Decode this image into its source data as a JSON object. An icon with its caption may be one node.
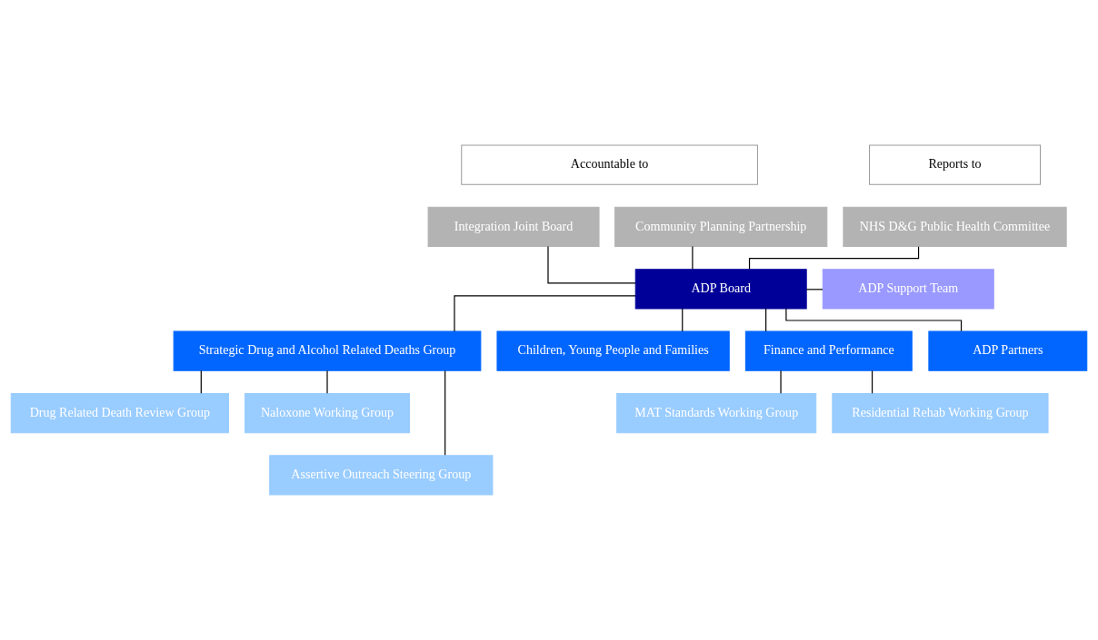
{
  "diagram": {
    "nodes": [
      {
        "text": [
          "Accountable to"
        ]
      },
      {
        "text": [
          "Reports to"
        ]
      },
      {
        "text": [
          "Integration Joint Board"
        ]
      },
      {
        "text": [
          "Community Planning Partnership"
        ]
      },
      {
        "text": [
          "NHS D&G Public Health Committee"
        ]
      },
      {
        "text": [
          "ADP Board"
        ]
      },
      {
        "text": [
          "ADP Support Team"
        ]
      },
      {
        "text": [
          "Strategic Drug and Alcohol Related Deaths Group"
        ]
      },
      {
        "text": [
          "Children, Young People and Families"
        ]
      },
      {
        "text": [
          "Finance and Performance"
        ]
      },
      {
        "text": [
          "ADP Partners"
        ]
      },
      {
        "text": [
          "Drug Related Death Review Group"
        ]
      },
      {
        "text": [
          "Naloxone Working Group"
        ]
      },
      {
        "text": [
          "Assertive Outreach Steering Group"
        ]
      },
      {
        "text": [
          "MAT Standards Working Group"
        ]
      },
      {
        "text": [
          "Residential Rehab Working Group"
        ]
      }
    ],
    "edges": [
      {
        "from": 2,
        "to": 5,
        "arrow": "none"
      },
      {
        "from": 3,
        "to": 5,
        "arrow": "none"
      },
      {
        "from": 4,
        "to": 5,
        "arrow": "none"
      },
      {
        "from": 5,
        "to": 6,
        "arrow": "none"
      },
      {
        "from": 5,
        "to": 7,
        "arrow": "none"
      },
      {
        "from": 5,
        "to": 8,
        "arrow": "none"
      },
      {
        "from": 5,
        "to": 9,
        "arrow": "none"
      },
      {
        "from": 5,
        "to": 10,
        "arrow": "none"
      },
      {
        "from": 7,
        "to": 11,
        "arrow": "none"
      },
      {
        "from": 7,
        "to": 12,
        "arrow": "none"
      },
      {
        "from": 7,
        "to": 13,
        "arrow": "none"
      },
      {
        "from": 9,
        "to": 14,
        "arrow": "none"
      },
      {
        "from": 9,
        "to": 15,
        "arrow": "none"
      }
    ]
  }
}
